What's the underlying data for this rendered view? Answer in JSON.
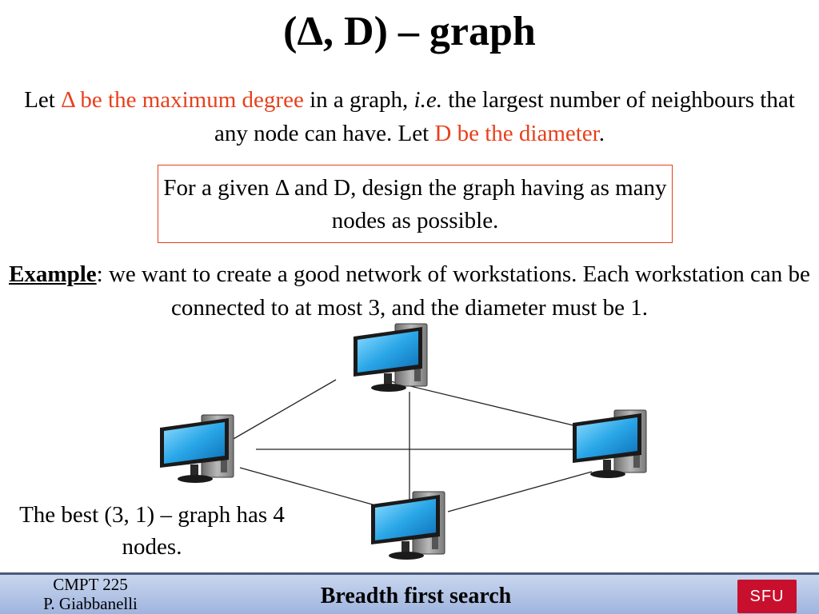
{
  "slide": {
    "title": "(Δ, D) – graph",
    "intro": {
      "p1": "Let ",
      "hl1": "Δ be the maximum degree",
      "p2": " in a graph, ",
      "ie": "i.e.",
      "p3": " the largest number of neighbours that any node can have. Let ",
      "hl2": "D be the diameter",
      "p4": "."
    },
    "task": "For a given Δ and D, design the graph having as many nodes as possible.",
    "example": {
      "label": "Example",
      "text": ": we want to create a good network of workstations. Each workstation can be connected to at most 3, and the diameter must be 1."
    },
    "caption": "The best (3, 1) – graph has 4 nodes."
  },
  "footer": {
    "course_line1": "CMPT 225",
    "course_line2": "P. Giabbanelli",
    "title": "Breadth first search",
    "logo_text": "SFU"
  },
  "colors": {
    "accent": "#e8401c",
    "screen": "#2aa7e8",
    "footer_bg": "#b3c4e6",
    "logo_bg": "#c8102e"
  },
  "icons": [
    "computer-icon"
  ]
}
